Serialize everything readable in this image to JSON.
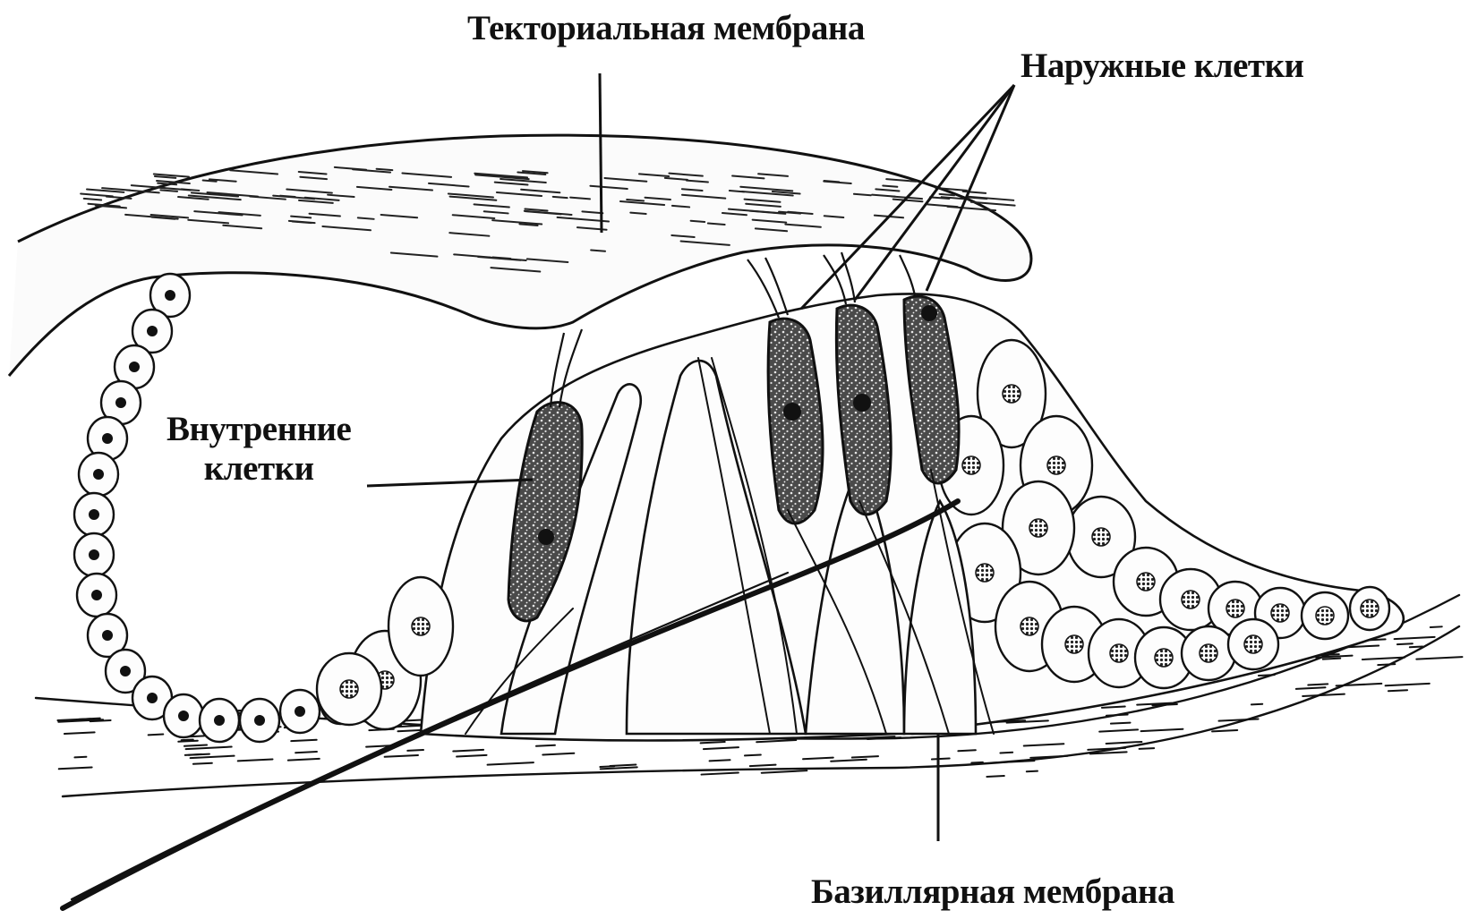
{
  "labels": {
    "tectorial_membrane": "Текториальная мембрана",
    "outer_cells": "Наружные клетки",
    "inner_cells_line1": "Внутренние",
    "inner_cells_line2": "клетки",
    "basilar_membrane": "Базиллярная мембрана"
  },
  "colors": {
    "ink": "#111111",
    "background": "#ffffff",
    "cell_fill": "#fbfbfb",
    "hair_cell_fill": "#3a3a3a"
  }
}
